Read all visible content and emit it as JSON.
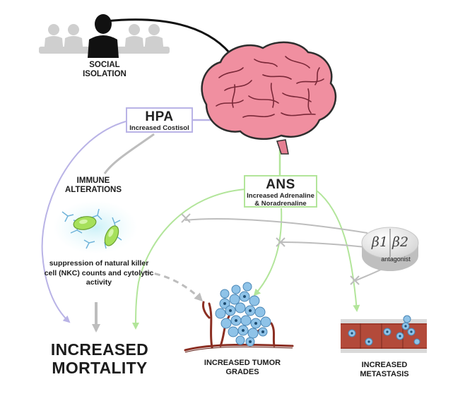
{
  "labels": {
    "social_isolation": "SOCIAL ISOLATION",
    "hpa_title": "HPA",
    "hpa_subtitle": "Increased Costisol",
    "ans_title": "ANS",
    "ans_subtitle": "Increased Adrenaline & Noradrenaline",
    "immune_alterations": "IMMUNE ALTERATIONS",
    "nk_suppression": "suppression of natural killer cell (NKC) counts and cytolytic activity",
    "increased_mortality": "INCREASED MORTALITY",
    "increased_tumor_grades": "INCREASED TUMOR GRADES",
    "increased_metastasis": "INCREASED METASTASIS",
    "beta_receptors": "β1 β2",
    "antagonist": "antagonist"
  },
  "colors": {
    "hpa_lavender": "#b9b3e6",
    "ans_green": "#b2e59a",
    "immune_gray": "#bdbdbd",
    "brain_pink": "#f08fa0",
    "vessel_red": "#8b2e22",
    "cell_blue": "#8fc3e8",
    "nk_cell_green": "#a6e05a"
  },
  "icons": {
    "crowd": "people-silhouette-icon",
    "isolated_person": "person-silhouette-icon",
    "brain": "brain-icon",
    "nk_cells": "nk-cell-icon",
    "tumor": "tumor-vessel-icon",
    "blood_vessel": "blood-vessel-icon",
    "pill": "pill-icon"
  }
}
